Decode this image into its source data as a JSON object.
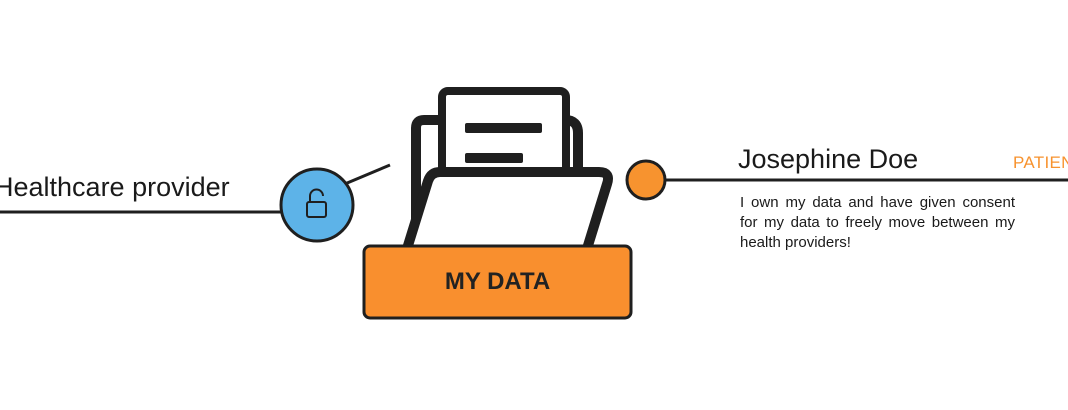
{
  "provider": {
    "label": "Healthcare provider"
  },
  "patient": {
    "name": "Josephine Doe",
    "role": "PATIENT",
    "statement": "I own my data and have given consent for my data to freely move between my health providers!"
  },
  "tray": {
    "label": "MY DATA"
  },
  "icons": {
    "lock": "padlock-icon",
    "folder": "folder-icon"
  },
  "colors": {
    "provider_node": "#5db3e8",
    "patient_node": "#f7932f",
    "tray": "#f98f2e",
    "stroke": "#1f1f1f"
  }
}
